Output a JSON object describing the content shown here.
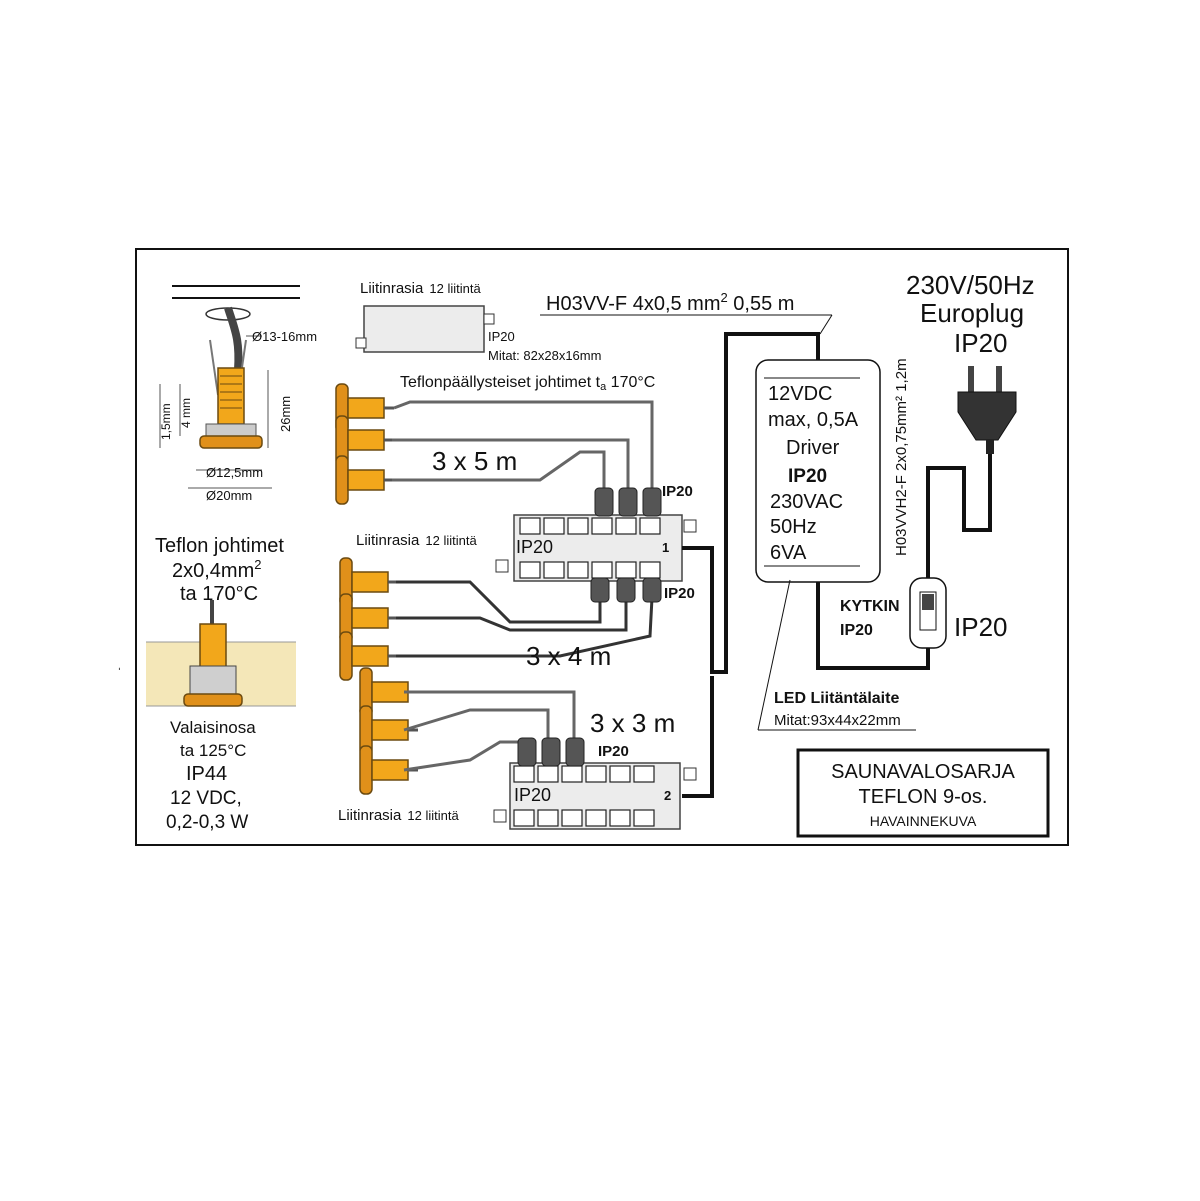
{
  "detail": {
    "hole_diameter": "Ø13-16mm",
    "height_4mm": "4 mm",
    "height_15mm": "1,5mm",
    "height_26mm": "26mm",
    "diameter_inner": "Ø12,5mm",
    "diameter_outer": "Ø20mm"
  },
  "teflon_wires": {
    "title": "Teflon johtimet",
    "size_prefix": "2x0,4mm",
    "size_sup": "2",
    "temp": "ta 170°C"
  },
  "lamp_part": {
    "title": "Valaisinosa",
    "temp": "ta 125°C",
    "ip": "IP44",
    "voltage": "12 VDC,",
    "power": "0,2-0,3 W"
  },
  "top_box": {
    "title": "Liitinrasia",
    "sub": "12 liitintä",
    "ip": "IP20",
    "dims": "Mitat: 82x28x16mm"
  },
  "teflon_coated": {
    "label_prefix": "Teflonpäällysteiset johtimet t",
    "label_sub": "a",
    "label_suffix": " 170°C"
  },
  "groups": {
    "g1": "3 x 5 m",
    "g2": "3 x 4 m",
    "g3": "3 x 3 m"
  },
  "box1": {
    "title": "Liitinrasia",
    "sub": "12 liitintä",
    "ip_inside": "IP20",
    "number": "1",
    "ip_top": "IP20",
    "ip_bottom": "IP20"
  },
  "box2": {
    "title": "Liitinrasia",
    "sub": "12 liitintä",
    "ip_inside": "IP20",
    "number": "2",
    "ip_top": "IP20"
  },
  "cable_top": {
    "label_prefix": "H03VV-F 4x0,5 mm",
    "label_sup": "2",
    "label_suffix": " 0,55 m"
  },
  "driver": {
    "line1": "12VDC",
    "line2": "max, 0,5A",
    "line3": "Driver",
    "line4": "IP20",
    "line5": "230VAC",
    "line6": "50Hz",
    "line7": "6VA"
  },
  "led_unit": {
    "title": "LED Liitäntälaite",
    "dims": "Mitat:93x44x22mm"
  },
  "power": {
    "voltage": "230V/50Hz",
    "plug": "Europlug",
    "ip": "IP20"
  },
  "cable_plug": {
    "label": "H03VVH2-F 2x0,75mm² 1,2m"
  },
  "switch": {
    "label": "KYTKIN",
    "ip_small": "IP20",
    "ip_large": "IP20"
  },
  "title_box": {
    "line1": "SAUNAVALOSARJA",
    "line2": "TEFLON 9-os.",
    "line3": "HAVAINNEKUVA"
  }
}
